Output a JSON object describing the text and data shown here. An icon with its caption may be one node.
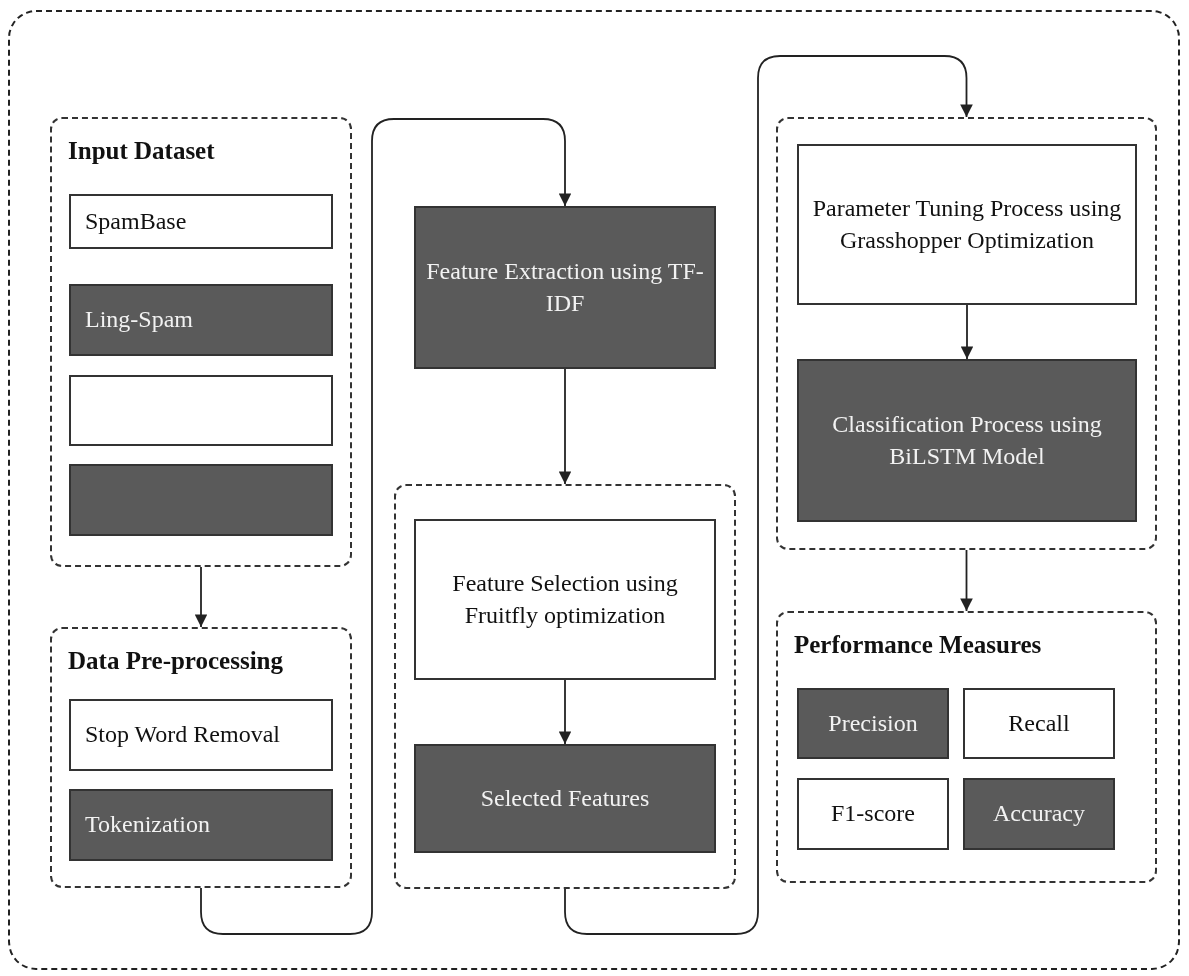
{
  "diagram": {
    "nodes": [
      {
        "text": [
          "Input Dataset"
        ]
      },
      {
        "text": [
          "SpamBase"
        ],
        "in": 0
      },
      {
        "text": [
          "Ling-Spam"
        ],
        "in": 0
      },
      {
        "text": [],
        "shape": "box",
        "in": 0
      },
      {
        "text": [],
        "shape": "box",
        "in": 0
      },
      {
        "text": [
          "Data Pre-processing"
        ]
      },
      {
        "text": [
          "Stop Word Removal"
        ],
        "in": 5
      },
      {
        "text": [
          "Tokenization"
        ],
        "in": 5
      },
      {
        "text": [
          "Feature Extraction using TF-IDF"
        ]
      },
      {
        "text": [],
        "shape": "box"
      },
      {
        "text": [
          "Feature Selection using Fruitfly optimization"
        ],
        "in": 9
      },
      {
        "text": [
          "Selected Features"
        ],
        "in": 9
      },
      {
        "text": [],
        "shape": "box"
      },
      {
        "text": [
          "Parameter Tuning Process using Grasshopper Optimization"
        ],
        "in": 12
      },
      {
        "text": [
          "Classification Process using BiLSTM Model"
        ],
        "in": 12
      },
      {
        "text": [
          "Performance Measures"
        ]
      },
      {
        "text": [
          "Precision"
        ],
        "in": 15
      },
      {
        "text": [
          "Recall"
        ],
        "in": 15
      },
      {
        "text": [
          "F1-score"
        ],
        "in": 15
      },
      {
        "text": [
          "Accuracy"
        ],
        "in": 15
      }
    ],
    "edges": [
      {
        "from": 0,
        "to": 5,
        "arrow": "to"
      },
      {
        "from": 5,
        "to": 8,
        "arrow": "to"
      },
      {
        "from": 8,
        "to": 9,
        "arrow": "to"
      },
      {
        "from": 10,
        "to": 11,
        "arrow": "to"
      },
      {
        "from": 9,
        "to": 12,
        "arrow": "to"
      },
      {
        "from": 13,
        "to": 14,
        "arrow": "to"
      },
      {
        "from": 12,
        "to": 15,
        "arrow": "to"
      }
    ]
  }
}
